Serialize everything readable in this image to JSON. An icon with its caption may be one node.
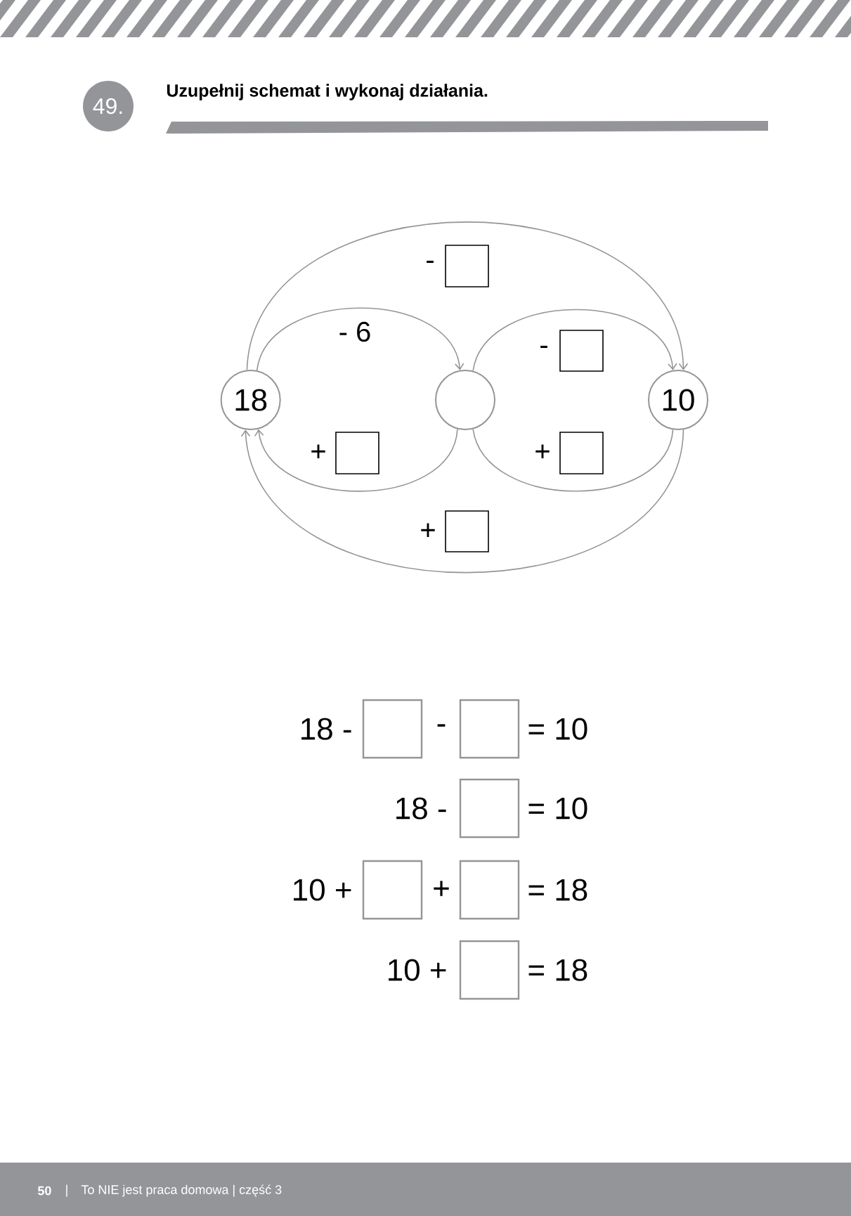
{
  "diagram": {
    "title": "Uzupełnij schemat i wykonaj działania.",
    "nodes": [
      {
        "text": [
          "18"
        ]
      },
      {
        "text": [],
        "shape": "circle"
      },
      {
        "text": [
          "10"
        ]
      }
    ],
    "edges": [
      {
        "from": 0,
        "to": 1,
        "arrow": "to",
        "label": "- 6"
      },
      {
        "from": 1,
        "to": 2,
        "arrow": "to",
        "label": "-"
      },
      {
        "from": 0,
        "to": 2,
        "arrow": "to",
        "label": "-"
      },
      {
        "from": 1,
        "to": 0,
        "arrow": "to",
        "label": "+"
      },
      {
        "from": 1,
        "to": 2,
        "arrow": "none",
        "label": "+"
      },
      {
        "from": 2,
        "to": 0,
        "arrow": "to",
        "label": "+"
      }
    ],
    "labels": [
      "49.",
      "18 -",
      "-",
      "= 10",
      "18 -",
      "= 10",
      "10 +",
      "+",
      "= 18",
      "10 +",
      "= 18",
      "50",
      "|",
      "To NIE jest praca domowa | część 3"
    ]
  }
}
